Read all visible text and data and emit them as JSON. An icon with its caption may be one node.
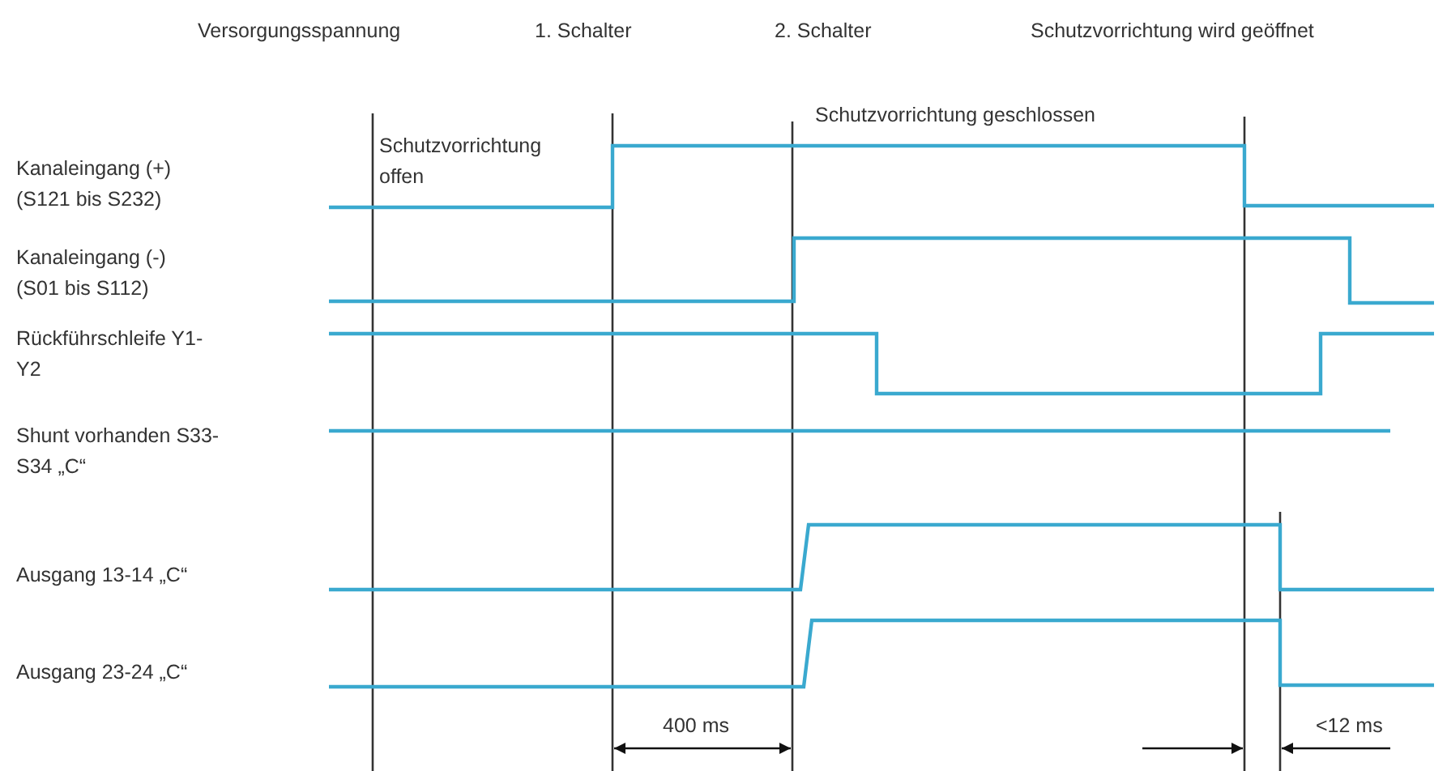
{
  "diagram": {
    "labels": [
      "Versorgungsspannung",
      "1. Schalter",
      "2. Schalter",
      "Schutzvorrichtung wird geöffnet",
      "Schutzvorrichtung geschlossen",
      "Kanaleingang (+) (S121 bis S232)",
      "Schutzvorrichtung offen",
      "Kanaleingang (-) (S01 bis S112)",
      "Rückführschleife Y1-Y2",
      "Shunt vorhanden S33-S34 „C“",
      "Ausgang 13-14 „C“",
      "Ausgang 23-24 „C“",
      "400 ms",
      "<12 ms"
    ]
  }
}
